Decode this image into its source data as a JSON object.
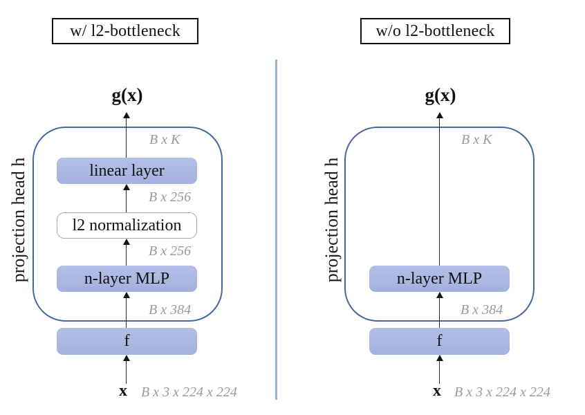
{
  "colors": {
    "ink": "#111111",
    "box_fill_top": "#b3bfe7",
    "box_fill_bottom": "#a2b1dd",
    "outline": "#44679e",
    "divider": "#9db4d0",
    "dim": "#9a9a9a",
    "norm_border": "#a9a9a9"
  },
  "panels": {
    "left": {
      "title": "w/ l2-bottleneck",
      "output": "g(x)",
      "dim_out": "B x K",
      "head_label": "projection head h",
      "blocks": {
        "linear": "linear layer",
        "dim_above_norm": "B x 256",
        "norm": "l2 normalization",
        "dim_below_norm": "B x 256",
        "mlp": "n-layer MLP",
        "dim_in": "B x 384"
      },
      "encoder": "f",
      "input": "x",
      "input_dim": "B x 3 x 224 x 224"
    },
    "right": {
      "title": "w/o l2-bottleneck",
      "output": "g(x)",
      "dim_out": "B x K",
      "head_label": "projection head h",
      "blocks": {
        "mlp": "n-layer MLP",
        "dim_in": "B x 384"
      },
      "encoder": "f",
      "input": "x",
      "input_dim": "B x 3 x 224 x 224"
    }
  }
}
